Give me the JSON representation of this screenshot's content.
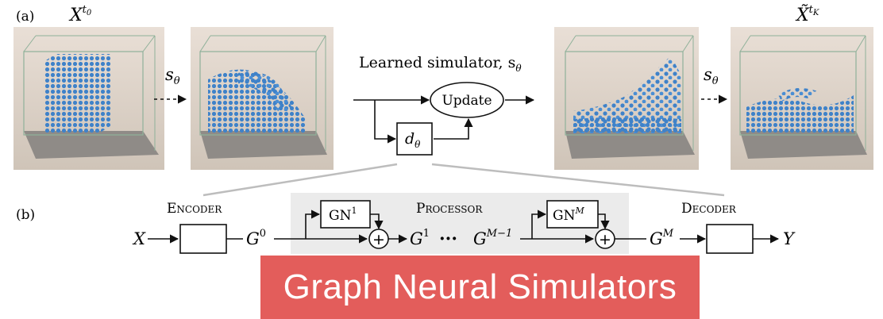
{
  "panel_labels": {
    "a": "(a)",
    "b": "(b)"
  },
  "panel_a": {
    "initial_state_label": "X",
    "initial_state_sup": "t",
    "initial_state_sup_sub": "0",
    "final_state_label": "X̃",
    "final_state_sup": "t",
    "final_state_sup_sub": "K",
    "step_label": "s",
    "step_label_sub": "θ",
    "simulator_title": "Learned simulator, s",
    "simulator_title_sub": "θ",
    "update_label": "Update",
    "dynamics_label": "d",
    "dynamics_label_sub": "θ"
  },
  "panel_b": {
    "encoder_label": "Encoder",
    "processor_label": "Processor",
    "decoder_label": "Decoder",
    "input_label": "X",
    "output_label": "Y",
    "g0_label": "G",
    "g0_sup": "0",
    "g1_label": "G",
    "g1_sup": "1",
    "gm1_label": "G",
    "gm1_sup": "M−1",
    "gm_label": "G",
    "gm_sup": "M",
    "gn1_label": "GN",
    "gn1_sup": "1",
    "gnm_label": "GN",
    "gnm_sup": "M",
    "ellipsis": "···",
    "plus_symbol": "+"
  },
  "banner_text": "Graph Neural Simulators",
  "colors": {
    "banner": "#e35d5b",
    "particles": "#3f82c9",
    "processor_bg": "#ebebeb",
    "photo_bg": "#d9cfc4",
    "connector": "#bdbdbd"
  }
}
